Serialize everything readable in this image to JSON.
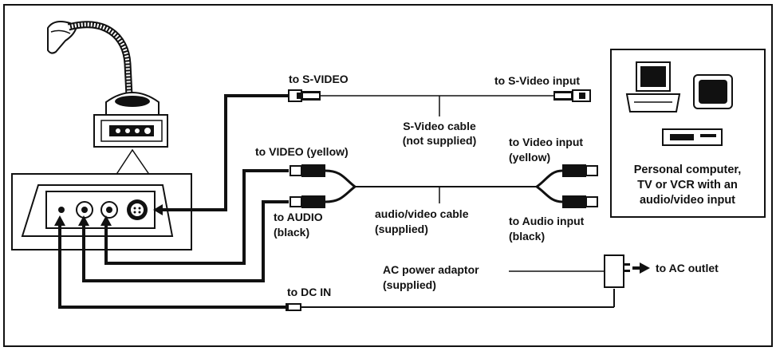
{
  "labels": {
    "to_s_video": "to S-VIDEO",
    "to_s_video_input": "to S-Video input",
    "s_video_cable_1": "S-Video cable",
    "s_video_cable_2": "(not supplied)",
    "to_video_yellow": "to VIDEO (yellow)",
    "to_video_input_1": "to Video input",
    "to_video_input_2": "(yellow)",
    "to_audio_1": "to AUDIO",
    "to_audio_2": "(black)",
    "av_cable_1": "audio/video cable",
    "av_cable_2": "(supplied)",
    "to_audio_input_1": "to Audio input",
    "to_audio_input_2": "(black)",
    "ac_adaptor_1": "AC power adaptor",
    "ac_adaptor_2": "(supplied)",
    "to_ac_outlet": "to AC outlet",
    "to_dc_in": "to DC IN"
  },
  "device_box": {
    "line1": "Personal computer,",
    "line2": "TV or VCR with an",
    "line3": "audio/video input"
  },
  "colors": {
    "ink": "#111111",
    "paper": "#ffffff"
  }
}
